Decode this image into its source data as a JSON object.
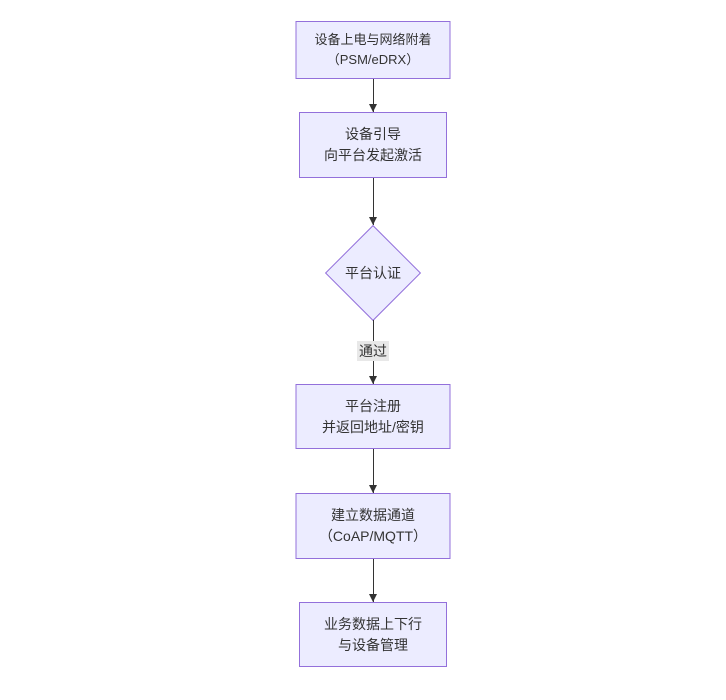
{
  "diagram": {
    "type": "flowchart",
    "direction": "top-down",
    "colors": {
      "node_fill": "#ECECFF",
      "node_border": "#9370DB",
      "node_text": "#333333",
      "edge_line": "#333333",
      "edge_label_bg": "#e8e8e8",
      "background": "#ffffff"
    },
    "nodes": [
      {
        "id": "A",
        "shape": "rect",
        "lines": [
          "设备上电与网络附着",
          "（PSM/eDRX）"
        ]
      },
      {
        "id": "B",
        "shape": "rect",
        "lines": [
          "设备引导",
          "向平台发起激活"
        ]
      },
      {
        "id": "C",
        "shape": "diamond",
        "lines": [
          "平台认证"
        ]
      },
      {
        "id": "D",
        "shape": "rect",
        "lines": [
          "平台注册",
          "并返回地址/密钥"
        ]
      },
      {
        "id": "E",
        "shape": "rect",
        "lines": [
          "建立数据通道",
          "（CoAP/MQTT）"
        ]
      },
      {
        "id": "F",
        "shape": "rect",
        "lines": [
          "业务数据上下行",
          "与设备管理"
        ]
      }
    ],
    "edges": [
      {
        "from": "A",
        "to": "B",
        "label": ""
      },
      {
        "from": "B",
        "to": "C",
        "label": ""
      },
      {
        "from": "C",
        "to": "D",
        "label": "通过"
      },
      {
        "from": "D",
        "to": "E",
        "label": ""
      },
      {
        "from": "E",
        "to": "F",
        "label": ""
      }
    ]
  }
}
